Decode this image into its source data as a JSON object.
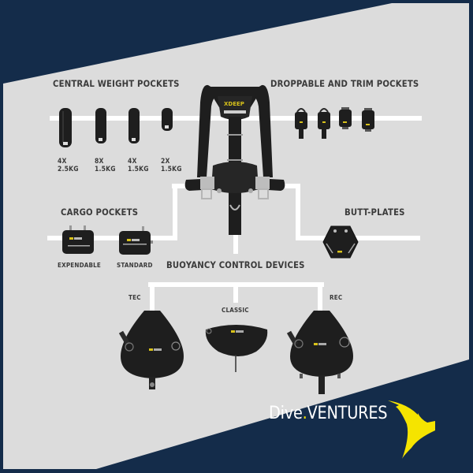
{
  "colors": {
    "background": "#142c4a",
    "panel": "#dcdcdc",
    "connector": "#ffffff",
    "label_text": "#3b3b3b",
    "product_black": "#1e1e1e",
    "brand_yellow": "#f5e400",
    "logo_text": "#ffffff"
  },
  "sections": {
    "central_weight_pockets": {
      "title": "Central Weight Pockets",
      "items": [
        {
          "qty": "4X",
          "weight": "2.5KG"
        },
        {
          "qty": "8X",
          "weight": "1.5KG"
        },
        {
          "qty": "4X",
          "weight": "1.5KG"
        },
        {
          "qty": "2X",
          "weight": "1.5KG"
        }
      ]
    },
    "droppable_trim_pockets": {
      "title": "Droppable and Trim Pockets",
      "item_count": 4
    },
    "harness": {
      "brand_mark": "XDEEP"
    },
    "cargo_pockets": {
      "title": "Cargo Pockets",
      "items": [
        {
          "label": "Expendable"
        },
        {
          "label": "Standard"
        }
      ]
    },
    "butt_plates": {
      "title": "Butt-Plates"
    },
    "bcd": {
      "title": "Buoyancy Control Devices",
      "items": [
        {
          "label": "TEC"
        },
        {
          "label": "CLASSIC"
        },
        {
          "label": "REC"
        }
      ]
    }
  },
  "logo": {
    "name_part1": "Dive",
    "dot": ".",
    "name_part2": "VENTURES",
    "icon": "bird-icon"
  }
}
